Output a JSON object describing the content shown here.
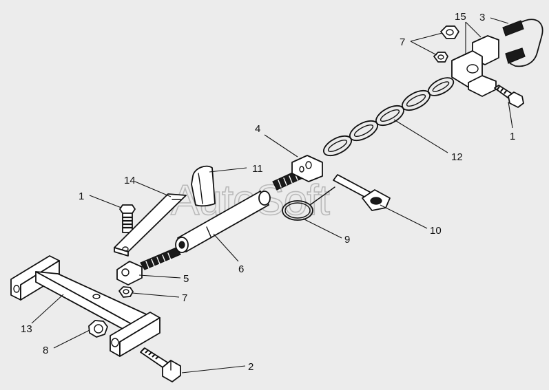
{
  "watermark": "AutoSoft",
  "callouts": [
    {
      "id": "c1a",
      "label": "1"
    },
    {
      "id": "c1b",
      "label": "1"
    },
    {
      "id": "c2",
      "label": "2"
    },
    {
      "id": "c3",
      "label": "3"
    },
    {
      "id": "c4",
      "label": "4"
    },
    {
      "id": "c5",
      "label": "5"
    },
    {
      "id": "c6",
      "label": "6"
    },
    {
      "id": "c7a",
      "label": "7"
    },
    {
      "id": "c7b",
      "label": "7"
    },
    {
      "id": "c8",
      "label": "8"
    },
    {
      "id": "c9",
      "label": "9"
    },
    {
      "id": "c10",
      "label": "10"
    },
    {
      "id": "c11",
      "label": "11"
    },
    {
      "id": "c12",
      "label": "12"
    },
    {
      "id": "c13",
      "label": "13"
    },
    {
      "id": "c14",
      "label": "14"
    },
    {
      "id": "c15",
      "label": "15"
    }
  ]
}
